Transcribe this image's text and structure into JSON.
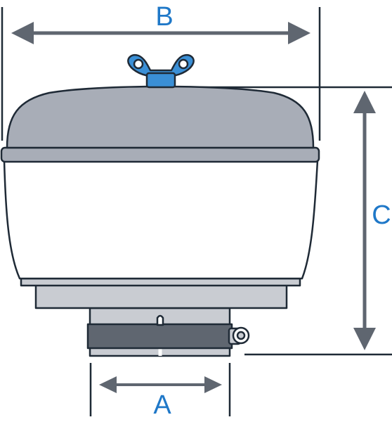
{
  "dimensions": {
    "width_top": {
      "label": "B"
    },
    "height": {
      "label": "C"
    },
    "width_bottom": {
      "label": "A"
    }
  },
  "colors": {
    "outline": "#1f2a36",
    "cap": "#a8adb7",
    "body": "#ffffff",
    "collar": "#c9ccd2",
    "clamp_band": "#5f6670",
    "wing_nut": "#3a8fd6",
    "dimension_arrow": "#5f6670",
    "dimension_label": "#1f78c8"
  }
}
